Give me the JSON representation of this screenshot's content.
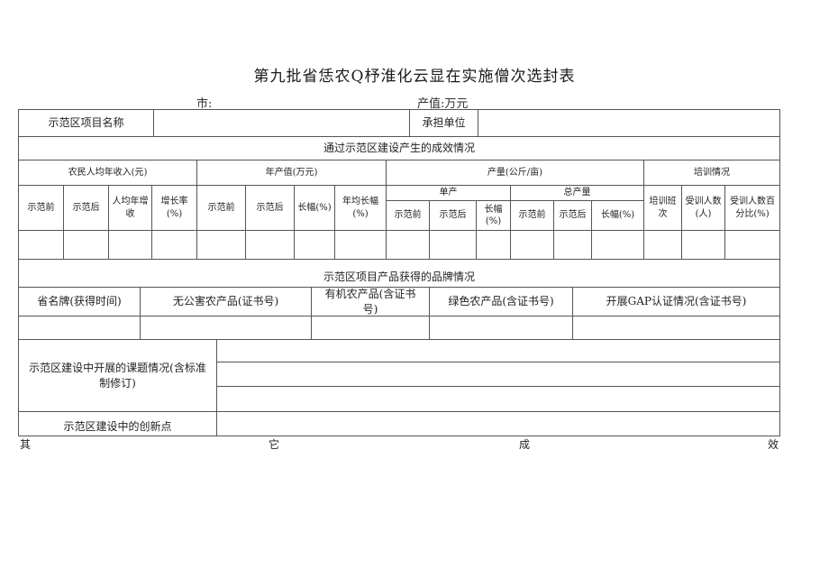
{
  "title": "第九批省恁农Q杼淮化云显在实施僧次选封表",
  "city_label": "市:",
  "output_value_label": "产值:万元",
  "row1": {
    "project_name_label": "示范区项目名称",
    "project_name_value": "",
    "unit_label": "承担单位",
    "unit_value": ""
  },
  "section_results_title": "通过示范区建设产生的成效情况",
  "groups": {
    "income": "农民人均年收入(元)",
    "output_value": "年产值(万元)",
    "yield": "产量(公斤/亩)",
    "training": "培训情况"
  },
  "yield_sub": {
    "unit": "单产",
    "total": "总产量"
  },
  "cols": {
    "income": [
      "示范前",
      "示范后",
      "人均年增收",
      "增长率(%)"
    ],
    "output_value": [
      "示范前",
      "示范后",
      "长幅(%)",
      "年均长幅(%)"
    ],
    "yield_unit": [
      "示范前",
      "示范后",
      "长幅(%)"
    ],
    "yield_total": [
      "示范前",
      "示范后",
      "长幅(%)"
    ],
    "training": [
      "培训班次",
      "受训人数(人)",
      "受训人数百分比(%)"
    ]
  },
  "section_brand_title": "示范区项目产品获得的品牌情况",
  "brand_cols": [
    "省名牌(获得时间)",
    "无公害农产品(证书号)",
    "有机农产品(含证书号)",
    "绿色农产品(含证书号)",
    "开展GAP认证情况(含证书号)"
  ],
  "topics_label": "示范区建设中开展的课题情况(含标准制修订)",
  "innovation_label": "示范区建设中的创新点",
  "footer_chars": [
    "其",
    "它",
    "成",
    "效"
  ]
}
